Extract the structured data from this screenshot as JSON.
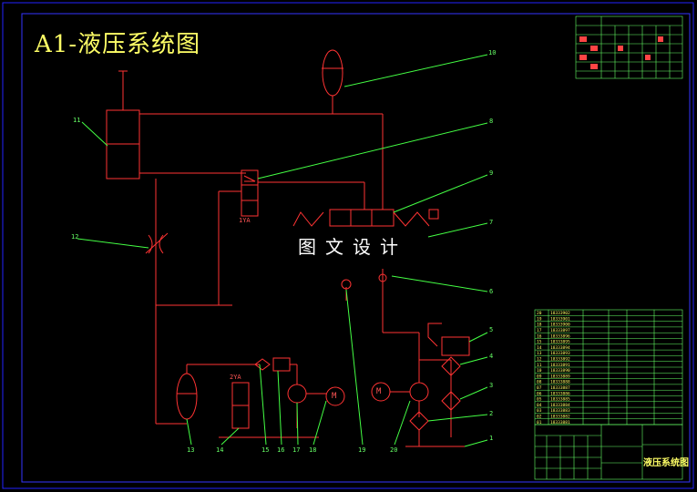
{
  "drawing": {
    "title": "A1-液压系统图",
    "watermark": "图文设计",
    "title_block_name": "液压系统图"
  },
  "colors": {
    "background": "#000000",
    "frame": "#2222ff",
    "inner_frame": "#3333ff",
    "hydraulic_lines": "#ff3333",
    "leader_lines": "#44ff44",
    "title_text": "#ffff66",
    "table_lines": "#66ff66",
    "table_text": "#ffff66"
  },
  "callouts": [
    {
      "id": "c10",
      "label": "10"
    },
    {
      "id": "c11",
      "label": "11"
    },
    {
      "id": "c8",
      "label": "8"
    },
    {
      "id": "c9",
      "label": "9"
    },
    {
      "id": "c7",
      "label": "7"
    },
    {
      "id": "c6",
      "label": "6"
    },
    {
      "id": "c5",
      "label": "5"
    },
    {
      "id": "c4",
      "label": "4"
    },
    {
      "id": "c3",
      "label": "3"
    },
    {
      "id": "c2",
      "label": "2"
    },
    {
      "id": "c1",
      "label": "1"
    },
    {
      "id": "c12",
      "label": "12"
    },
    {
      "id": "c13",
      "label": "13"
    },
    {
      "id": "c14",
      "label": "14"
    },
    {
      "id": "c15",
      "label": "15"
    },
    {
      "id": "c16",
      "label": "16"
    },
    {
      "id": "c17",
      "label": "17"
    },
    {
      "id": "c18",
      "label": "18"
    },
    {
      "id": "c19",
      "label": "19"
    },
    {
      "id": "c20",
      "label": "20"
    }
  ],
  "component_labels": {
    "solenoid_1": "1YA",
    "solenoid_2": "2YA",
    "motor_1": "M",
    "motor_2": "M"
  },
  "parts_list_rows": [
    {
      "no": "20",
      "code": "18333902"
    },
    {
      "no": "19",
      "code": "18333901"
    },
    {
      "no": "18",
      "code": "18333900"
    },
    {
      "no": "17",
      "code": "18333897"
    },
    {
      "no": "16",
      "code": "18333896"
    },
    {
      "no": "15",
      "code": "18333895"
    },
    {
      "no": "14",
      "code": "18333894"
    },
    {
      "no": "13",
      "code": "18333893"
    },
    {
      "no": "12",
      "code": "18333892"
    },
    {
      "no": "11",
      "code": "18333891"
    },
    {
      "no": "10",
      "code": "18333890"
    },
    {
      "no": "09",
      "code": "18333889"
    },
    {
      "no": "08",
      "code": "18333888"
    },
    {
      "no": "07",
      "code": "18333887"
    },
    {
      "no": "06",
      "code": "18333886"
    },
    {
      "no": "05",
      "code": "18333885"
    },
    {
      "no": "04",
      "code": "18333884"
    },
    {
      "no": "03",
      "code": "18333883"
    },
    {
      "no": "02",
      "code": "18333882"
    },
    {
      "no": "01",
      "code": "18333881"
    }
  ]
}
